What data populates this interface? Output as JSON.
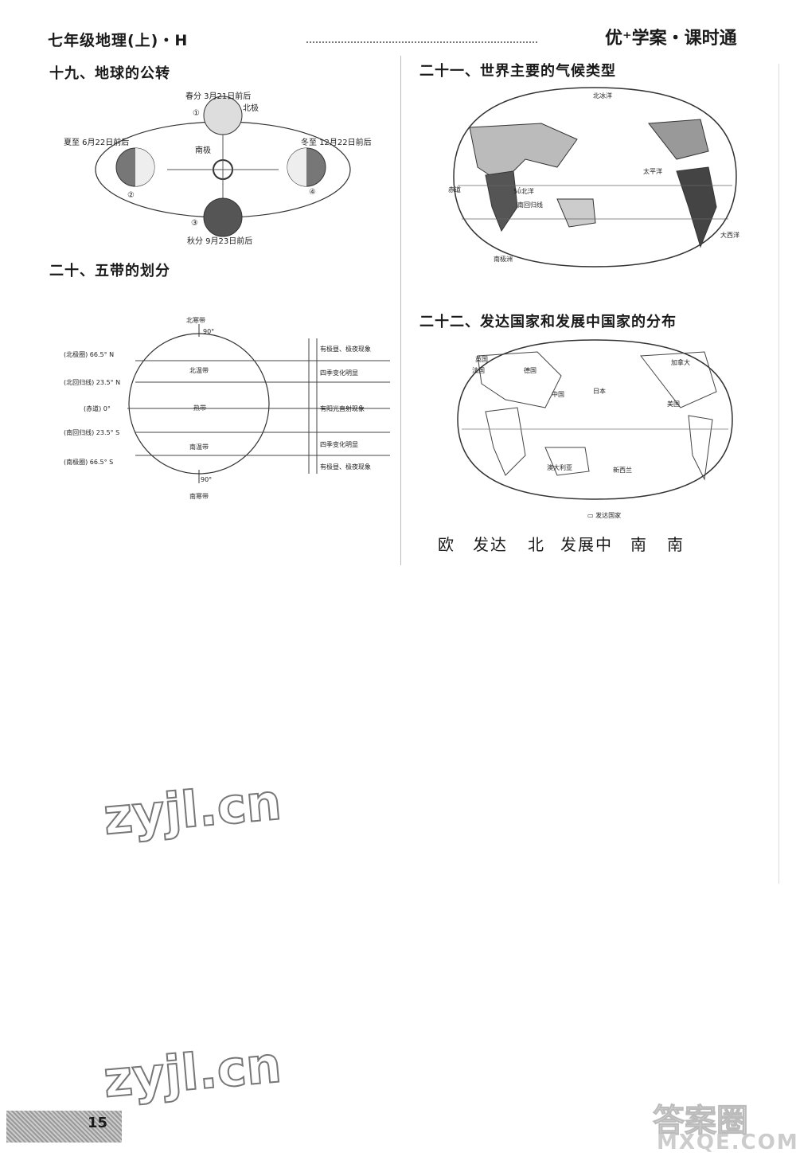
{
  "header": {
    "left_title": "七年级地理(上)・H",
    "right_title": "优⁺学案・课时通"
  },
  "sections": {
    "s19": {
      "title": "十九、地球的公转",
      "spring": "春分 3月21日前后",
      "north_pole": "北极",
      "summer": "夏至 6月22日前后",
      "winter": "冬至 12月22日前后",
      "autumn": "秋分 9月23日前后",
      "south_pole": "南极",
      "markers": [
        "①",
        "②",
        "③",
        "④"
      ]
    },
    "s20": {
      "title": "二十、五带的划分",
      "zones": [
        "北寒带",
        "北温带",
        "热带",
        "南温带",
        "南寒带"
      ],
      "lines": [
        "(北极圈) 66.5° N",
        "(北回归线) 23.5° N",
        "(赤道) 0°",
        "(南回归线) 23.5° S",
        "(南极圈) 66.5° S"
      ],
      "deg_top": "90°",
      "deg_bottom": "90°",
      "features": [
        "有极昼、极夜现象",
        "四季变化明显",
        "有阳光直射现象",
        "四季变化明显",
        "有极昼、极夜现象"
      ]
    },
    "s21": {
      "title": "二十一、世界主要的气候类型",
      "labels": [
        "北冰洋",
        "太平洋",
        "赤道",
        "南回归线",
        "南极洲",
        "大西洋",
        "5ΰ北洋"
      ]
    },
    "s22": {
      "title": "二十二、发达国家和发展中国家的分布",
      "countries": [
        "英国",
        "法国",
        "德国",
        "中国",
        "日本",
        "加拿大",
        "美国",
        "澳大利亚",
        "新西兰"
      ],
      "legend": "▭ 发达国家",
      "answer": [
        "欧",
        "发达",
        "北",
        "发展中",
        "南",
        "南"
      ]
    }
  },
  "watermark": "zyjl.cn",
  "page_number": "15",
  "corner_logo": "答案圈",
  "corner_url": "MXQE.COM"
}
